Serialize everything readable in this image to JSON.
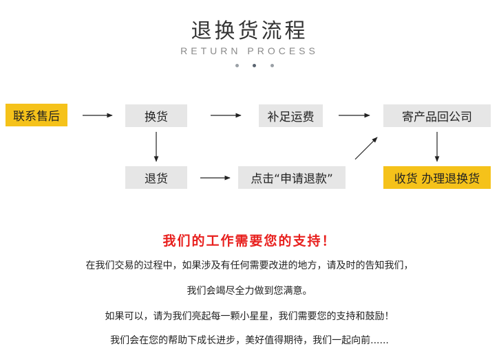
{
  "header": {
    "title": "退换货流程",
    "subtitle": "RETURN PROCESS"
  },
  "flow": {
    "contact": "联系售后",
    "exchange": "换货",
    "supplement_shipping": "补足运费",
    "mail_back": "寄产品回公司",
    "return": "退货",
    "apply_refund": "点击“申请退款”",
    "receive_refund": "收货 办理退换货"
  },
  "colors": {
    "highlight": "#f5c21a",
    "box": "#e6e6e6",
    "slogan": "#e8201e"
  },
  "footer": {
    "slogan": "我们的工作需要您的支持！",
    "lines": [
      "在我们交易的过程中，如果涉及有任何需要改进的地方，请及时的告知我们，",
      "我们会竭尽全力做到您满意。",
      "如果可以，请为我们亮起每一颗小星星，我们需要您的支持和鼓励！",
      "我们会在您的帮助下成长进步，美好值得期待，我们一起向前......"
    ]
  }
}
